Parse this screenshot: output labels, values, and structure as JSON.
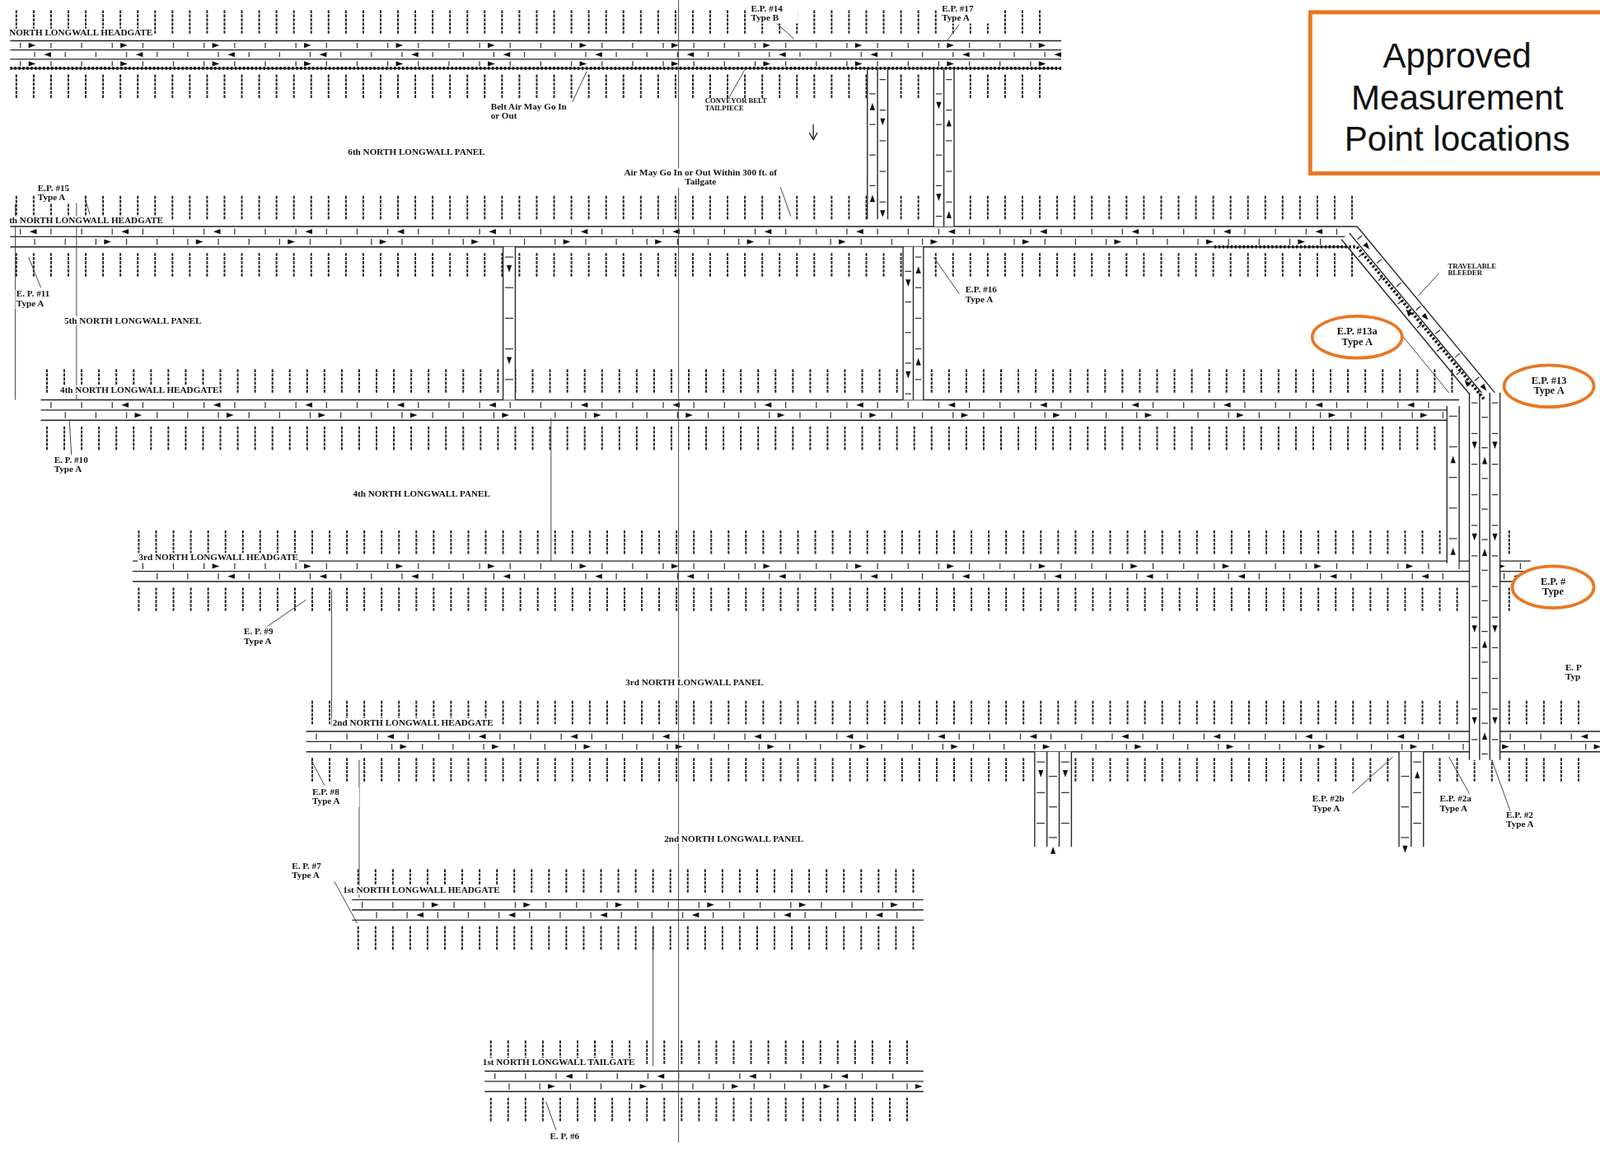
{
  "diagram": {
    "nodes": [
      {
        "text": [
          "Approved Measurement Point locations"
        ]
      },
      {
        "text": [
          "E.P. #13a Type A"
        ]
      },
      {
        "text": [
          "E.P. #13 Type A"
        ]
      },
      {
        "text": [
          "E.P. # Type"
        ]
      }
    ],
    "labels": [
      "NORTH LONGWALL HEADGATE",
      "E.P. #14 Type B",
      "E.P. #17 Type A",
      "Belt Air May Go In or Out",
      "CONVEYOR BELT TAILPIECE",
      "6th NORTH LONGWALL PANEL",
      "E.P. #15 Type A",
      "th NORTH LONGWALL HEADGATE",
      "Air May Go In or Out Within 300 ft. of Tailgate",
      "E. P. #11 Type A",
      "E.P. #16 Type A",
      "5th NORTH LONGWALL PANEL",
      "TRAVELABLE BLEEDER",
      "4th NORTH LONGWALL HEADGATE",
      "E. P. #10 Type A",
      "4th NORTH LONGWALL PANEL",
      "3rd NORTH LONGWALL HEADGATE",
      "E. P. #9 Type A",
      "3rd NORTH LONGWALL PANEL",
      "2nd NORTH LONGWALL HEADGATE",
      "E.P. #8 Type A",
      "E.P. #2b Type A",
      "E.P. #2a Type A",
      "E.P. #2 Type A",
      "2nd NORTH LONGWALL PANEL",
      "E. P. #7 Type A",
      "1st NORTH LONGWALL HEADGATE",
      "1st NORTH LONGWALL TAILGATE",
      "E. P. #6",
      "E. P Typ"
    ]
  }
}
